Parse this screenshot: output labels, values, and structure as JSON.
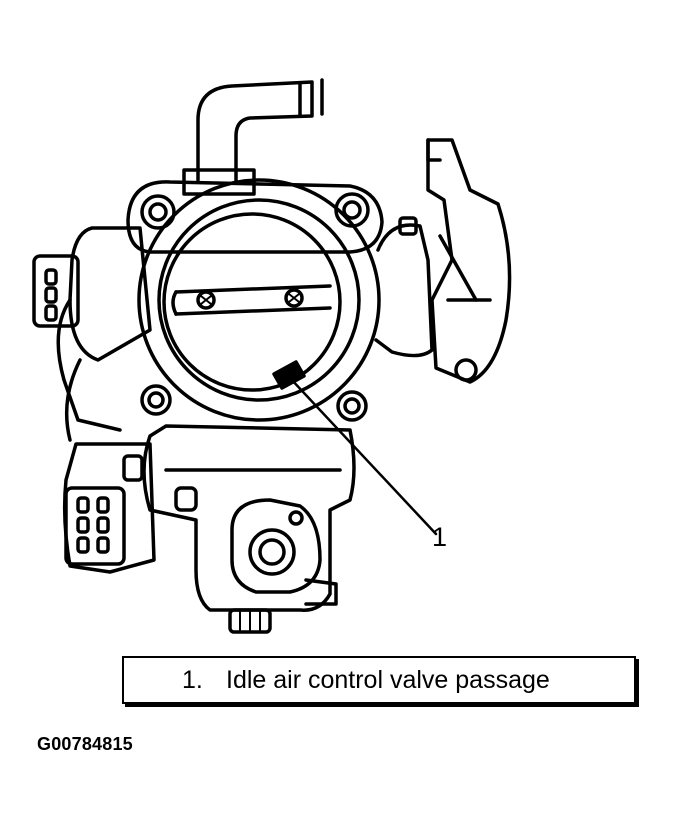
{
  "callout": {
    "number": "1"
  },
  "legend": {
    "number": "1.",
    "label": "Idle air control valve passage"
  },
  "figure_id": "G00784815",
  "colors": {
    "ink": "#000000",
    "paper": "#ffffff"
  }
}
